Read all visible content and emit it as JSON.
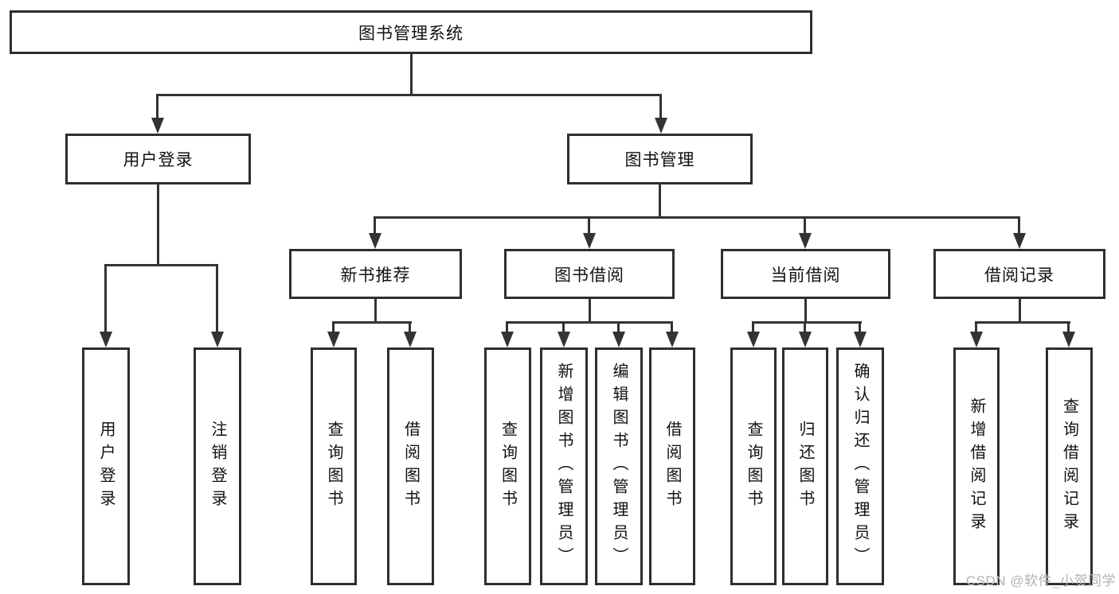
{
  "root": {
    "label": "图书管理系统"
  },
  "branches": [
    {
      "label": "用户登录",
      "leaves": [
        {
          "label": "用户登录"
        },
        {
          "label": "注销登录"
        }
      ]
    },
    {
      "label": "图书管理",
      "sections": [
        {
          "label": "新书推荐",
          "leaves": [
            {
              "label": "查询图书"
            },
            {
              "label": "借阅图书"
            }
          ]
        },
        {
          "label": "图书借阅",
          "leaves": [
            {
              "label": "查询图书"
            },
            {
              "label": "新增图书（管理员）"
            },
            {
              "label": "编辑图书（管理员）"
            },
            {
              "label": "借阅图书"
            }
          ]
        },
        {
          "label": "当前借阅",
          "leaves": [
            {
              "label": "查询图书"
            },
            {
              "label": "归还图书"
            },
            {
              "label": "确认归还（管理员）"
            }
          ]
        },
        {
          "label": "借阅记录",
          "leaves": [
            {
              "label": "新增借阅记录"
            },
            {
              "label": "查询借阅记录"
            }
          ]
        }
      ]
    }
  ],
  "watermark": {
    "label": "CSDN @软件_小贺同学"
  },
  "colors": {
    "line": "#333333",
    "border": "#2e2e2e",
    "text": "#111111",
    "background": "#ffffff",
    "watermark": "#b2b2b6"
  }
}
